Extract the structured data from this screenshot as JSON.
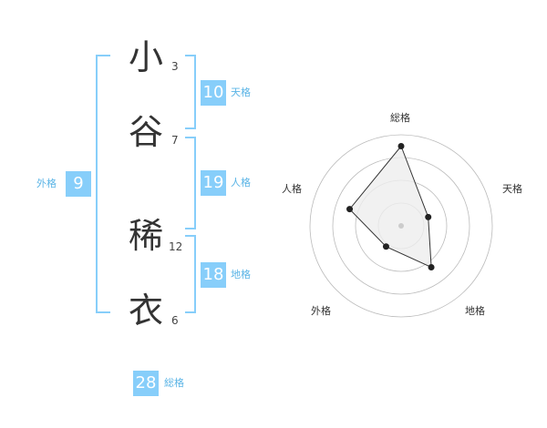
{
  "name": {
    "chars": [
      {
        "char": "小",
        "strokes": "3"
      },
      {
        "char": "谷",
        "strokes": "7"
      },
      {
        "char": "稀",
        "strokes": "12"
      },
      {
        "char": "衣",
        "strokes": "6"
      }
    ]
  },
  "kakusu": {
    "tenkaku": {
      "value": "10",
      "label": "天格"
    },
    "jinkaku": {
      "value": "19",
      "label": "人格"
    },
    "chikaku": {
      "value": "18",
      "label": "地格"
    },
    "gaikaku": {
      "value": "9",
      "label": "外格"
    },
    "soukaku": {
      "value": "28",
      "label": "総格"
    }
  },
  "chart_data": {
    "type": "radar",
    "axes": [
      "総格",
      "天格",
      "地格",
      "外格",
      "人格"
    ],
    "values": [
      28,
      10,
      18,
      9,
      19
    ],
    "rings": 4,
    "colors": {
      "ring": "#bbbbbb",
      "fill": "#eeeeee",
      "line": "#333333",
      "point": "#222222"
    }
  }
}
